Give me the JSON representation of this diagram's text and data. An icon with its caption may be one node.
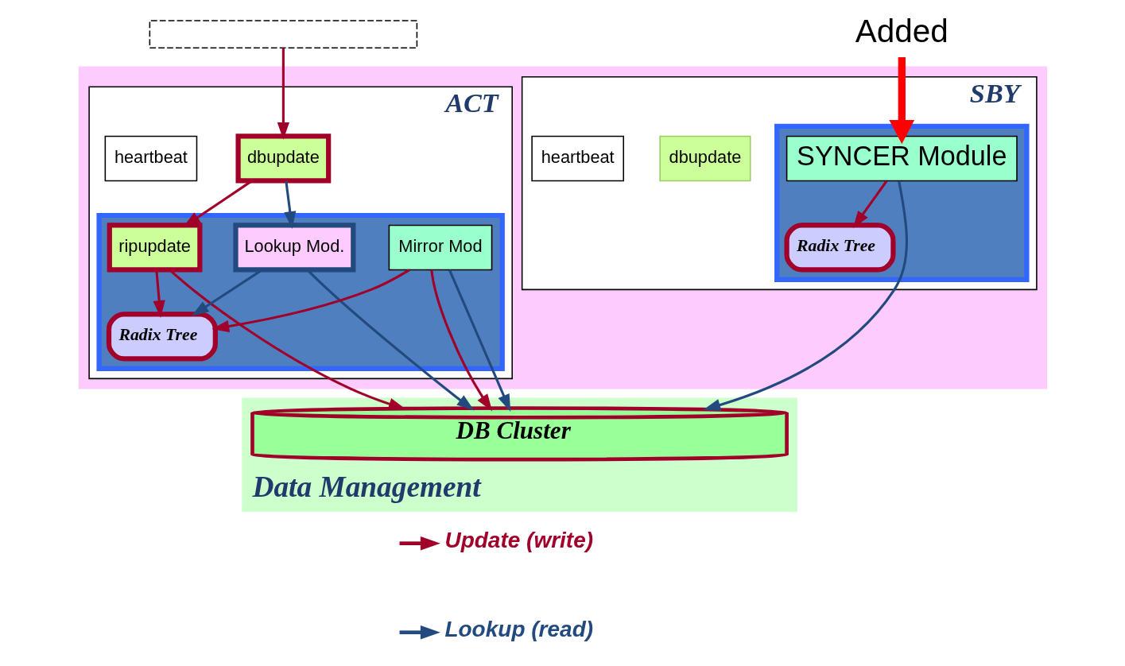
{
  "diagram": {
    "nodes": [
      {
        "text": [],
        "shape": "box"
      },
      {
        "text": [],
        "shape": "box"
      },
      {
        "text": [
          "ACT"
        ],
        "in": 1
      },
      {
        "text": [
          "dbupdate"
        ],
        "in": 2
      },
      {
        "text": [
          "heartbeat"
        ],
        "in": 2
      },
      {
        "text": [],
        "shape": "box",
        "in": 2
      },
      {
        "text": [
          "ripupdate"
        ],
        "in": 5
      },
      {
        "text": [
          "Lookup Mod."
        ],
        "in": 5
      },
      {
        "text": [
          "Mirror Mod"
        ],
        "in": 5
      },
      {
        "text": [
          "Radix Tree"
        ],
        "in": 5
      },
      {
        "text": [
          "SBY"
        ],
        "in": 1
      },
      {
        "text": [
          "dbupdate"
        ],
        "in": 10
      },
      {
        "text": [
          "heartbeat"
        ],
        "in": 10
      },
      {
        "text": [],
        "shape": "box",
        "in": 10
      },
      {
        "text": [
          "Radix Tree"
        ],
        "in": 13
      },
      {
        "text": [
          "SYNCER Module"
        ],
        "in": 13
      },
      {
        "text": [
          "Added"
        ]
      },
      {
        "text": [
          "Data Management"
        ]
      },
      {
        "text": [
          "DB Cluster"
        ],
        "in": 17
      }
    ],
    "edges": [
      {
        "from": 0,
        "to": 3,
        "arrow": "to"
      },
      {
        "from": 3,
        "to": 6,
        "arrow": "to"
      },
      {
        "from": 3,
        "to": 7,
        "arrow": "to",
        "color": "#234a7f"
      },
      {
        "from": 6,
        "to": 9,
        "arrow": "to"
      },
      {
        "from": 6,
        "to": 18,
        "arrow": "to"
      },
      {
        "from": 7,
        "to": 9,
        "arrow": "to",
        "color": "#234a7f"
      },
      {
        "from": 7,
        "to": 18,
        "arrow": "to",
        "color": "#234a7f"
      },
      {
        "from": 8,
        "to": 9,
        "arrow": "to"
      },
      {
        "from": 8,
        "to": 18,
        "arrow": "to"
      },
      {
        "from": 8,
        "to": 18,
        "arrow": "to",
        "color": "#234a7f"
      },
      {
        "from": 15,
        "to": 14,
        "arrow": "to"
      },
      {
        "from": 15,
        "to": 18,
        "arrow": "to",
        "color": "#234a7f"
      },
      {
        "from": 16,
        "to": 15,
        "arrow": "to",
        "style": "thick",
        "color": "#ff0000"
      }
    ],
    "legend": [
      {
        "text": "Update (write)"
      },
      {
        "text": "Lookup (read)"
      }
    ]
  }
}
